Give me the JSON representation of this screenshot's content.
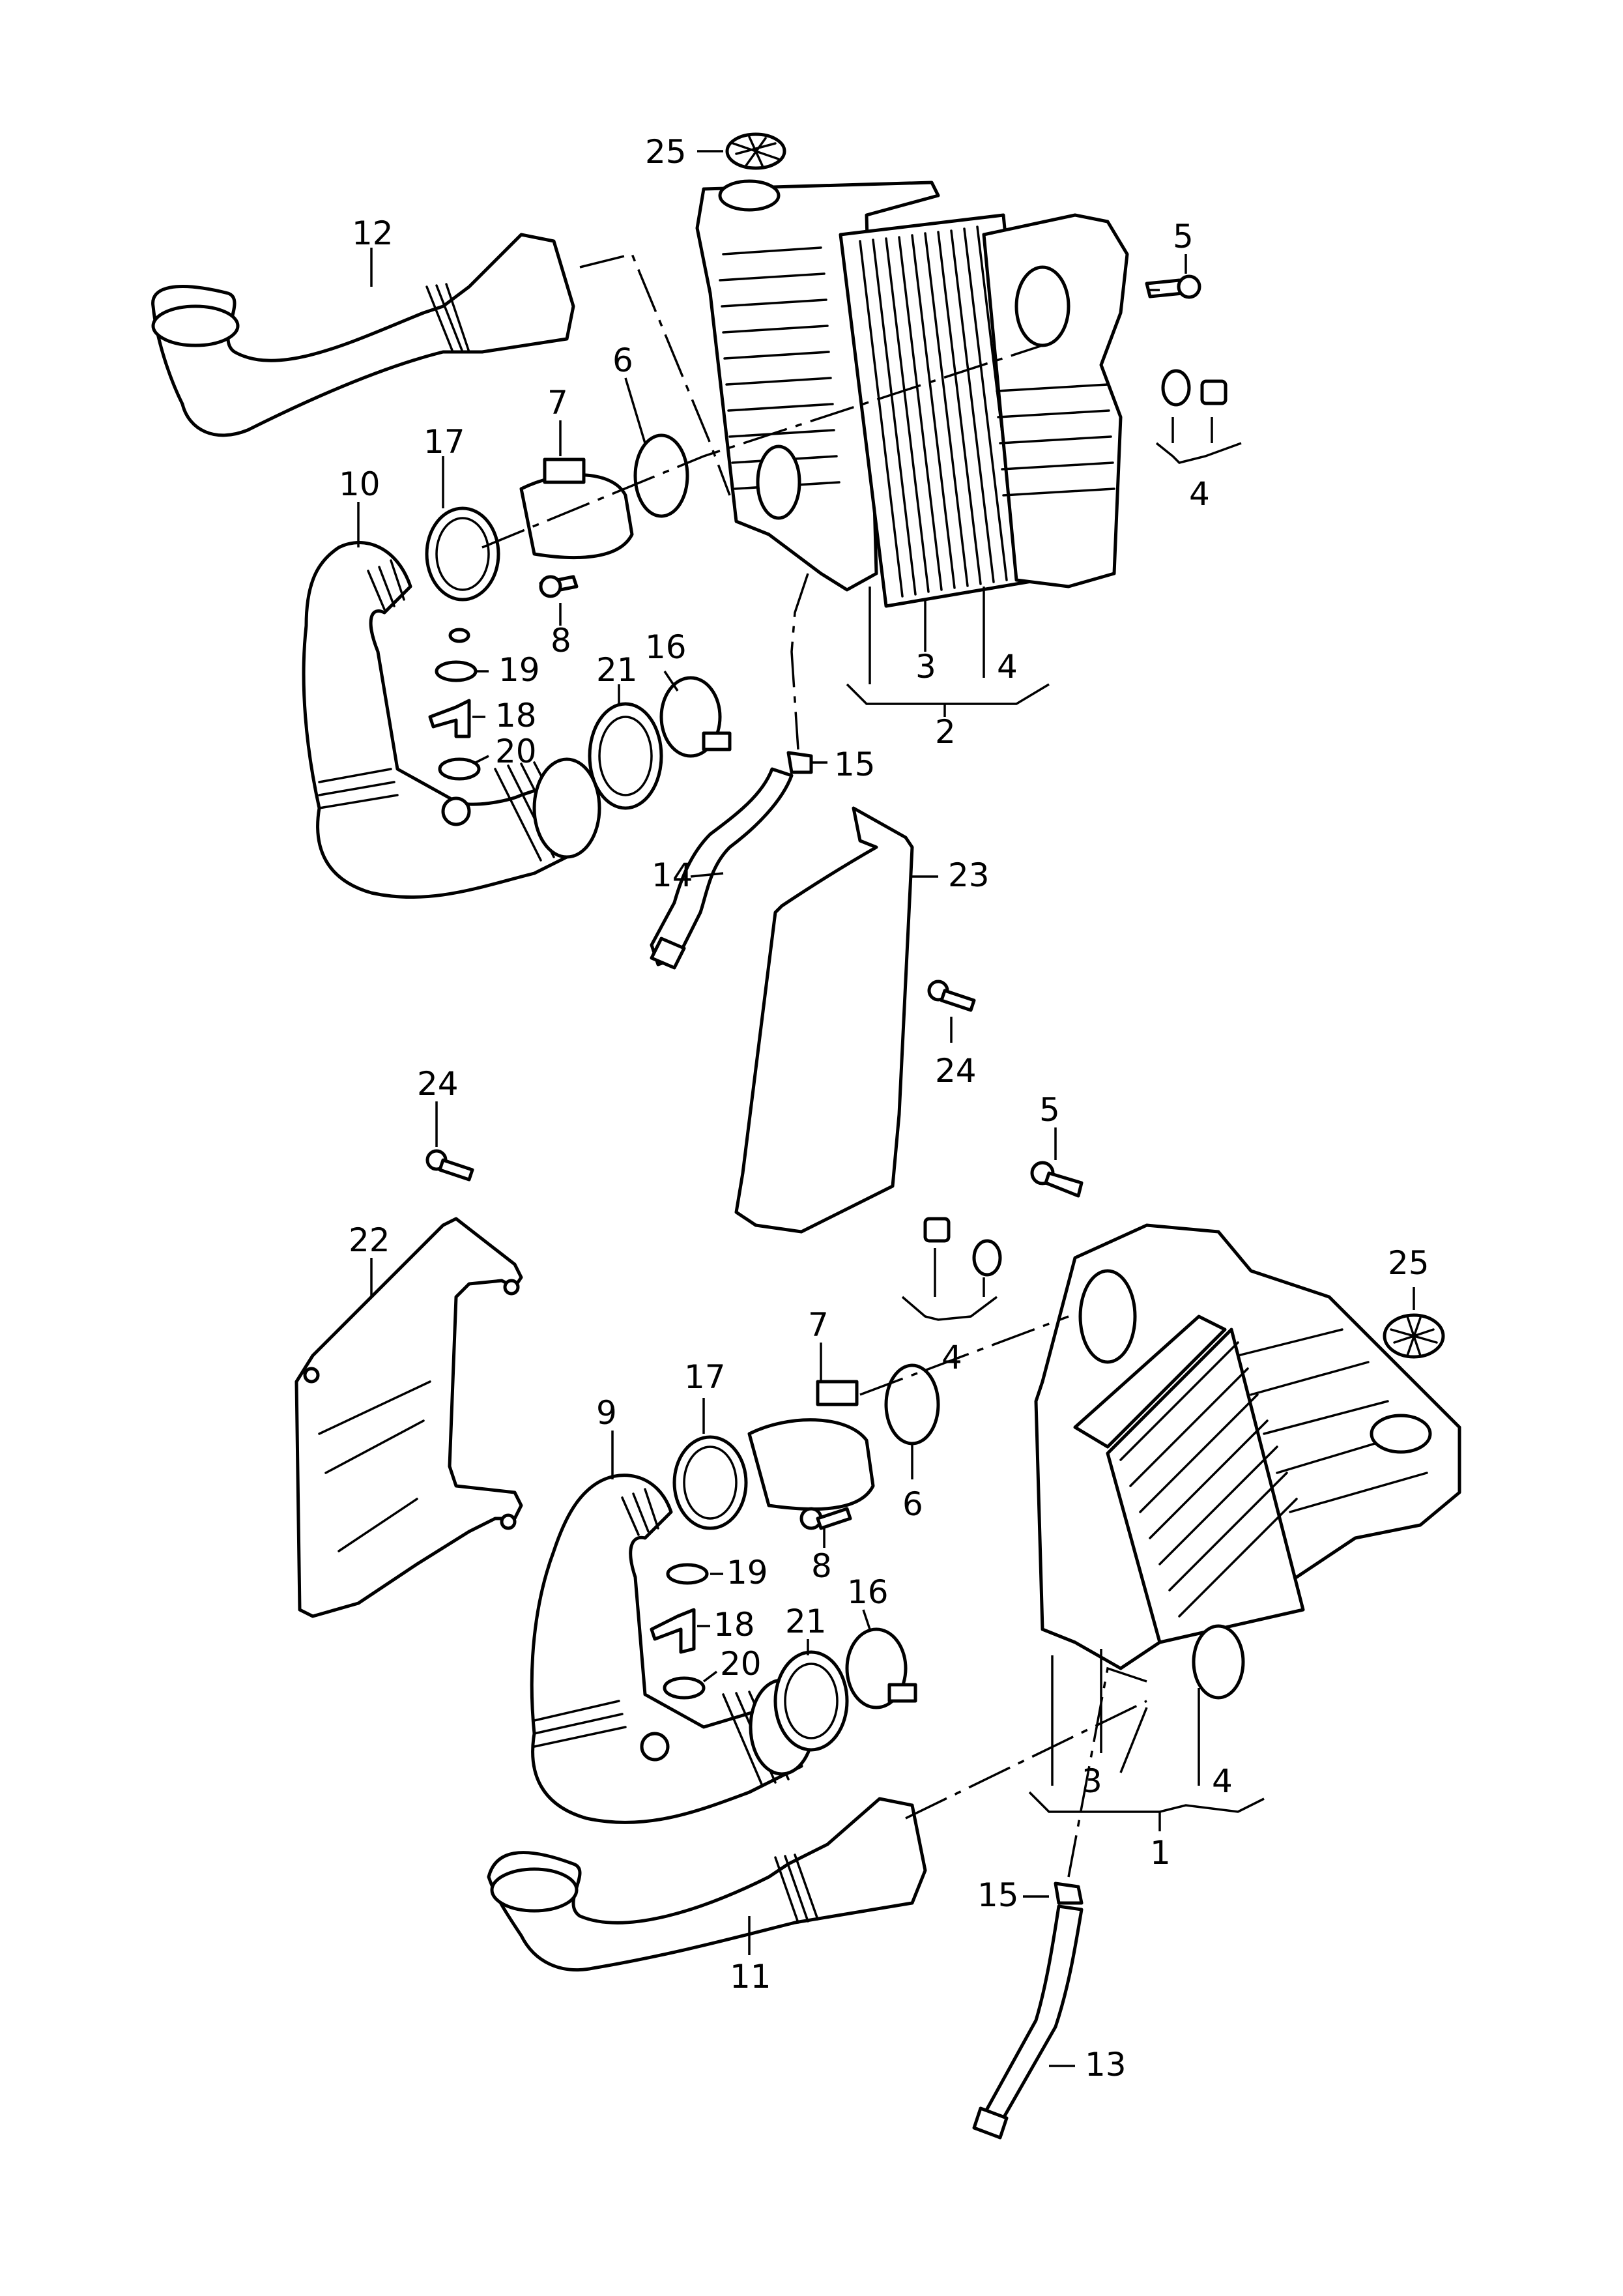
{
  "labels": {
    "top": {
      "p25": "25",
      "p12": "12",
      "p5": "5",
      "p7": "7",
      "p6": "6",
      "p17": "17",
      "p10": "10",
      "p4a": "4",
      "p8": "8",
      "p19": "19",
      "p16": "16",
      "p21": "21",
      "p18": "18",
      "p3": "3",
      "p4b": "4",
      "p20": "20",
      "p2": "2",
      "p15": "15",
      "p23": "23",
      "p14": "14",
      "p24": "24"
    },
    "bottom": {
      "p24": "24",
      "p5": "5",
      "p22": "22",
      "p25": "25",
      "p7": "7",
      "p17": "17",
      "p4a": "4",
      "p9": "9",
      "p6": "6",
      "p19": "19",
      "p8": "8",
      "p16": "16",
      "p18": "18",
      "p21": "21",
      "p20": "20",
      "p3": "3",
      "p4b": "4",
      "p1": "1",
      "p15": "15",
      "p11": "11",
      "p13": "13"
    }
  }
}
